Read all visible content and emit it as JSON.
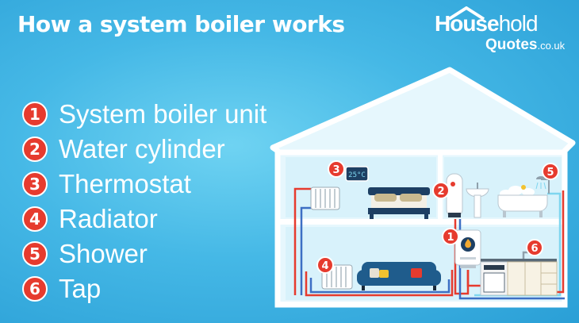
{
  "title": "How a system boiler works",
  "logo": {
    "part1": "House",
    "part2": "hold",
    "line2": "Quotes",
    "domain": ".co.uk"
  },
  "legend": [
    {
      "num": "1",
      "label": "System boiler unit"
    },
    {
      "num": "2",
      "label": "Water cylinder"
    },
    {
      "num": "3",
      "label": "Thermostat"
    },
    {
      "num": "4",
      "label": "Radiator"
    },
    {
      "num": "5",
      "label": "Shower"
    },
    {
      "num": "6",
      "label": "Tap"
    }
  ],
  "thermostat_reading": "25°C",
  "colors": {
    "background": "#45b8e6",
    "house_fill": "#e6f7fd",
    "wall": "#ffffff",
    "badge": "#e63b2e",
    "hot_pipe": "#e63b2e",
    "cold_pipe": "#3d6fc4",
    "return_pipe": "#7fd6ef",
    "sofa": "#1f5c8c",
    "bed": "#1d3f63"
  },
  "icons": [
    "house-roof-icon",
    "radiator-icon",
    "bed-icon",
    "thermostat-icon",
    "water-cylinder-icon",
    "sink-icon",
    "bathtub-icon",
    "shower-icon",
    "boiler-icon",
    "flame-icon",
    "sofa-icon",
    "kitchen-icon",
    "tap-icon"
  ]
}
